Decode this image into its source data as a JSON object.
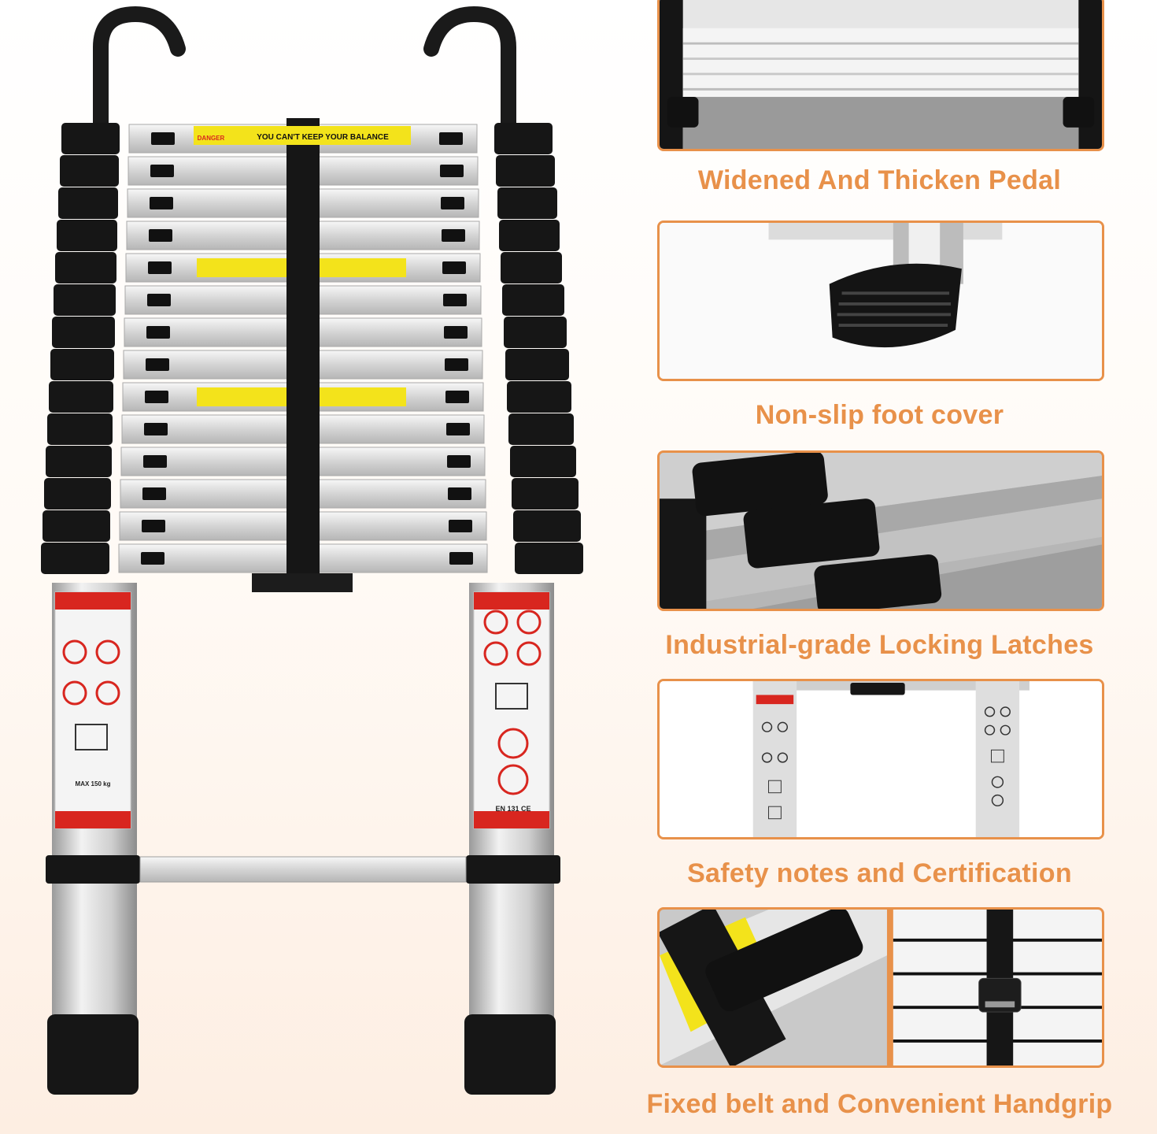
{
  "captions": {
    "pedal": "Widened And Thicken Pedal",
    "foot": "Non-slip foot cover",
    "latches": "Industrial-grade Locking Latches",
    "safety": "Safety notes and Certification",
    "belt": "Fixed belt and Convenient Handgrip"
  },
  "ladder": {
    "danger_label": "DANGER",
    "top_warning": "YOU CAN'T KEEP YOUR BALANCE",
    "cert": "EN 131 CE",
    "max_load": "MAX 150 kg"
  },
  "colors": {
    "accent": "#e8914a",
    "warning_yellow": "#f3e31b",
    "label_red": "#d8261f",
    "black": "#161616",
    "aluminum": "#c9c9c9"
  }
}
